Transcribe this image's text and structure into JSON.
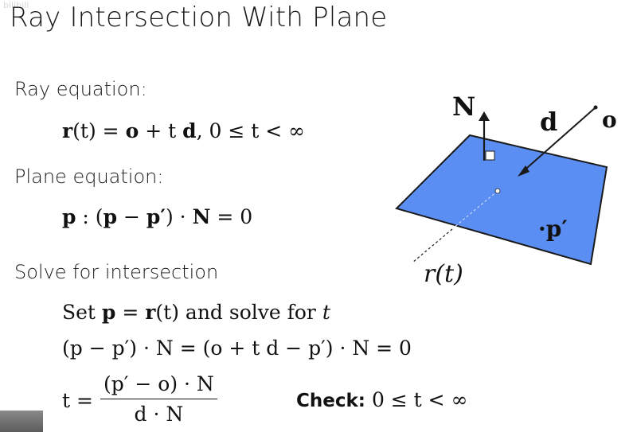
{
  "watermark": "bilibili",
  "title": "Ray Intersection With Plane",
  "ray": {
    "label": "Ray equation:",
    "eq_r": "r",
    "eq_mid": "(t) = ",
    "eq_o": "o",
    "eq_plus": " + t ",
    "eq_d": "d",
    "eq_range": ",  0 ≤ t < ∞"
  },
  "plane": {
    "label": "Plane equation:",
    "eq_p1": "p",
    "eq_colon": " : (",
    "eq_p2": "p",
    "eq_minus": " − ",
    "eq_p3": "p′",
    "eq_dot": ") · ",
    "eq_n": "N",
    "eq_zero": " = 0"
  },
  "solve": {
    "label": "Solve for intersection",
    "line1_a": "Set ",
    "line1_p": "p",
    "line1_eq": " = ",
    "line1_r": "r",
    "line1_b": "(t) and solve for ",
    "line1_t": "t",
    "line2": "(p − p′) · N = (o + t d − p′) · N = 0",
    "line3_t": "t = ",
    "frac_num": "(p′ − o) · N",
    "frac_den": "d · N",
    "check_label": "Check:",
    "check_expr": "0 ≤ t < ∞"
  },
  "diagram": {
    "plane_fill": "#5b8ef2",
    "label_N": "N",
    "label_d": "d",
    "label_o": "o",
    "label_p": "·p′",
    "label_rt": "r(t)"
  }
}
